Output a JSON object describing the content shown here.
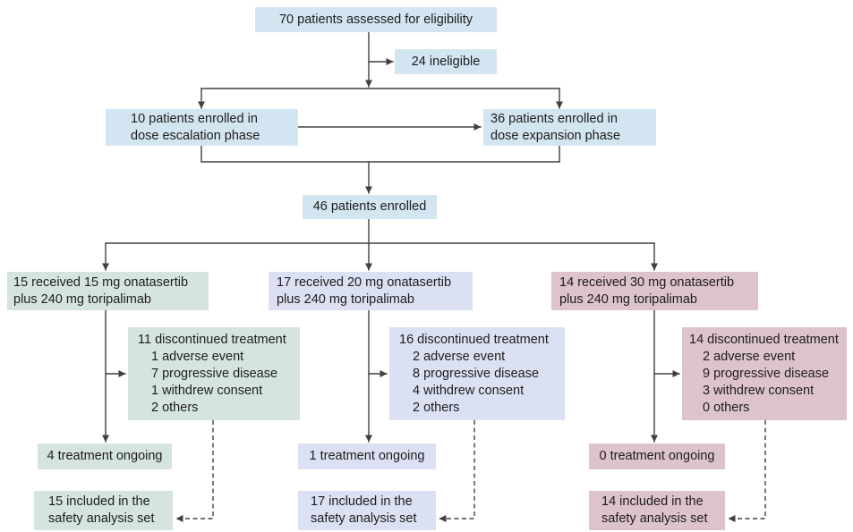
{
  "colors": {
    "blue": "#d3e5f1",
    "green": "#d6e4de",
    "lavender": "#dbe1f2",
    "pink": "#dcc3cc",
    "line": "#404040",
    "text": "#1d1d1d"
  },
  "nodes": {
    "assessed": {
      "text": "70 patients assessed for eligibility"
    },
    "ineligible": {
      "text": "24 ineligible"
    },
    "escalation": {
      "lines": [
        "10 patients enrolled in",
        "dose escalation phase"
      ]
    },
    "expansion": {
      "lines": [
        "36 patients enrolled in",
        "dose expansion phase"
      ]
    },
    "enrolled": {
      "text": "46 patients enrolled"
    },
    "arm15": {
      "lines": [
        "15 received 15 mg onatasertib",
        "plus 240 mg toripalimab"
      ]
    },
    "arm20": {
      "lines": [
        "17 received 20 mg onatasertib",
        "plus 240 mg toripalimab"
      ]
    },
    "arm30": {
      "lines": [
        "14 received 30 mg onatasertib",
        "plus 240 mg toripalimab"
      ]
    },
    "disc15": {
      "title": "11 discontinued treatment",
      "items": [
        "1 adverse event",
        "7 progressive disease",
        "1 withdrew consent",
        "2 others"
      ]
    },
    "disc20": {
      "title": "16 discontinued treatment",
      "items": [
        "2 adverse event",
        "8 progressive disease",
        "4 withdrew consent",
        "2 others"
      ]
    },
    "disc30": {
      "title": "14 discontinued treatment",
      "items": [
        "2 adverse event",
        "9 progressive disease",
        "3 withdrew consent",
        "0 others"
      ]
    },
    "ongoing15": {
      "text": "4 treatment ongoing"
    },
    "ongoing20": {
      "text": "1 treatment ongoing"
    },
    "ongoing30": {
      "text": "0 treatment ongoing"
    },
    "safety15": {
      "lines": [
        "15 included in the",
        "safety analysis set"
      ]
    },
    "safety20": {
      "lines": [
        "17 included in the",
        "safety analysis set"
      ]
    },
    "safety30": {
      "lines": [
        "14 included in the",
        "safety analysis set"
      ]
    }
  }
}
